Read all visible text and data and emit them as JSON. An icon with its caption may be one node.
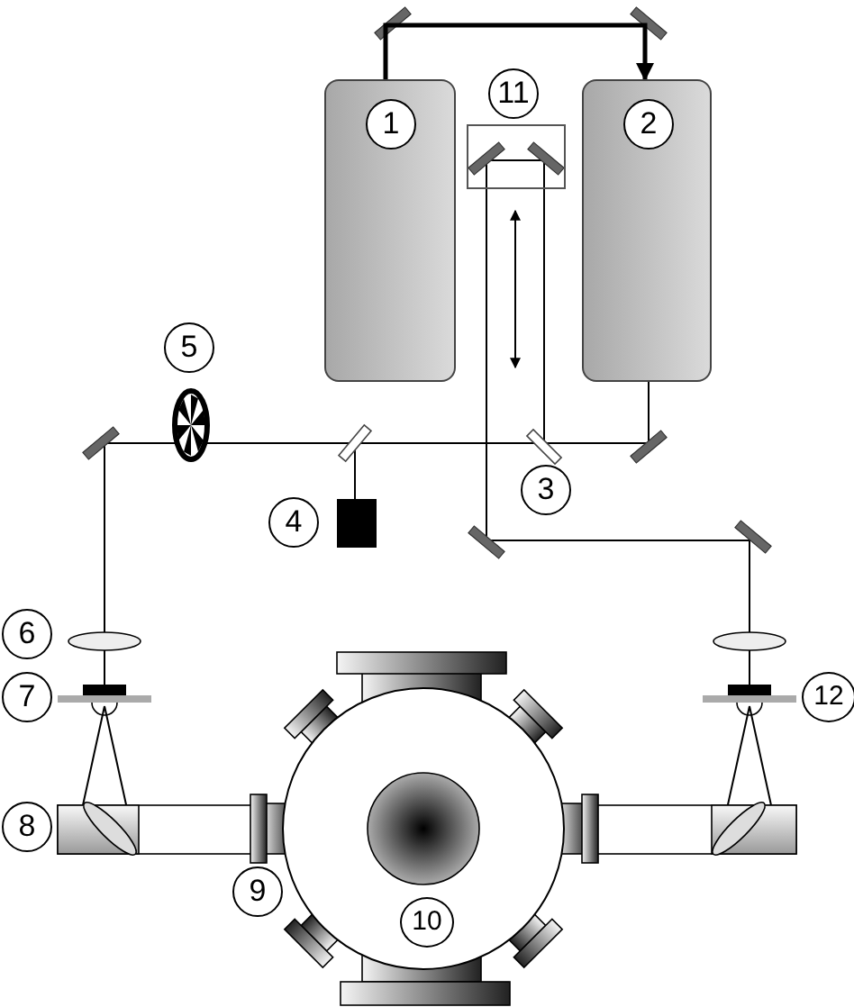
{
  "diagram": {
    "nodes": [
      {
        "text": [
          "1"
        ]
      },
      {
        "text": [
          "2"
        ]
      },
      {
        "text": [
          "11"
        ]
      }
    ],
    "edges": [
      {
        "from": 0,
        "to": 1,
        "arrow": "to"
      }
    ],
    "labels": [
      "5",
      "3",
      "4",
      "6",
      "7",
      "12",
      "8",
      "9",
      "10"
    ]
  }
}
